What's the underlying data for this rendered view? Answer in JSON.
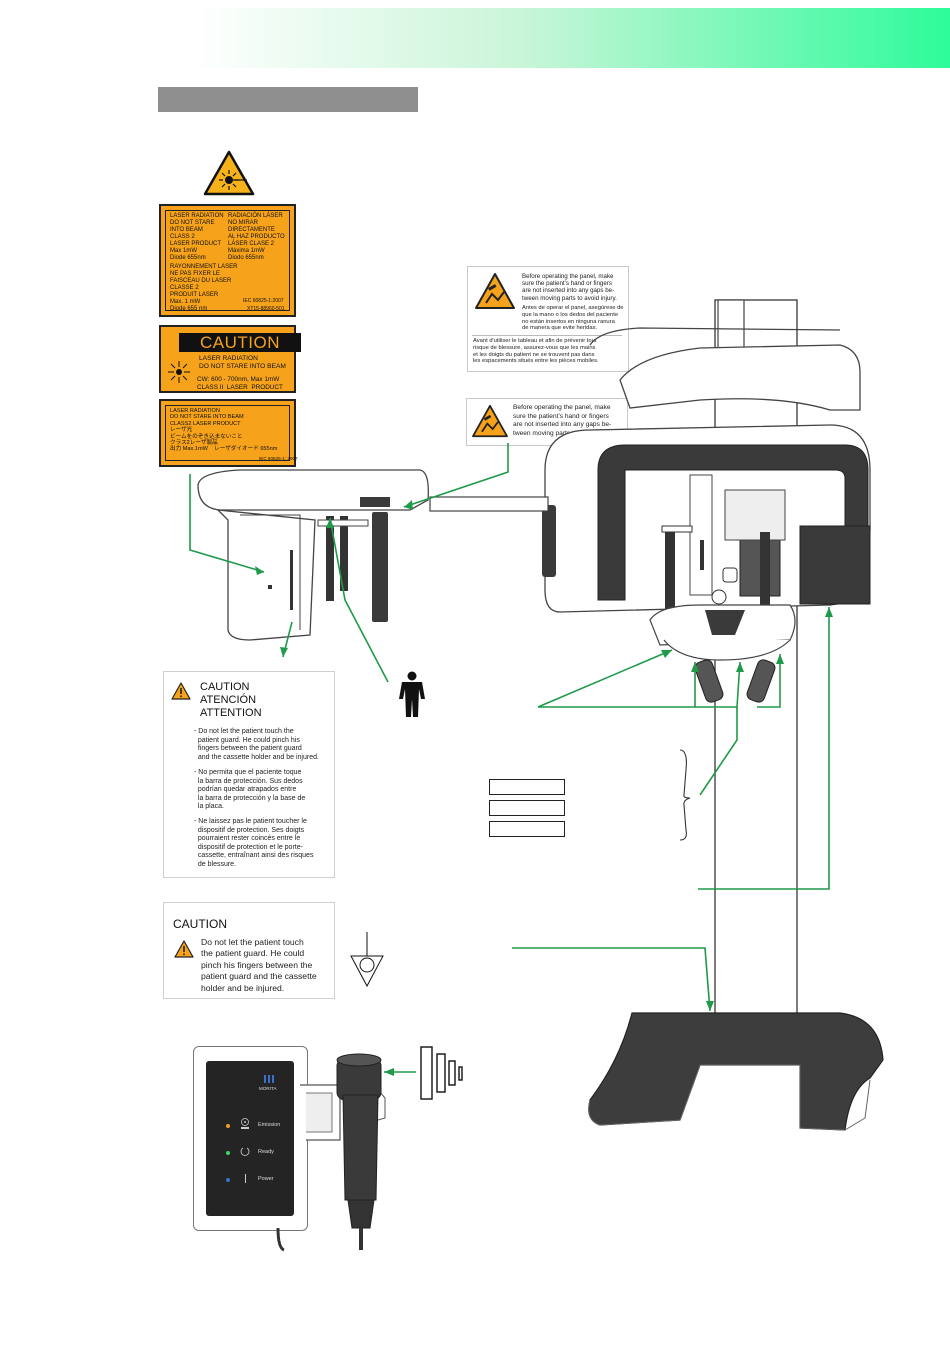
{
  "colors": {
    "label_orange": "#f6a21a",
    "leader_green": "#1e9a4a",
    "section_bar": "#8f8f8f",
    "machine_dark": "#3a3a3a"
  },
  "icons": [
    "laser-hazard-icon",
    "pinch-warning-icon",
    "type-b-applied-part-icon",
    "protective-earth-icon",
    "exposure-button-icon"
  ],
  "laser_label_1": {
    "col_left": "LASER RADIATION\nDO NOT STARE\nINTO BEAM\nCLASS 2\nLASER PRODUCT\nMax 1mW\nDiode 655nm",
    "col_right": "RADIACIÓN LÁSER\nNO MIRAR\nDIRECTAMENTE\nAL HAZ PRODUCTO\nLÁSER CLASE 2\nMáxima 1mW\nDiodo 655nm",
    "french": "RAYONNEMENT LASER\nNE PAS FIXER LE\nFAISCEAU DU LASER\nCLASSE 2\nPRODUIT LASER\nMax. 1 mW\nDiode 655 nm",
    "standard": "IEC 60825-1:2007",
    "part_no": "XT15-88960-501"
  },
  "laser_label_2": {
    "heading": "CAUTION",
    "line1": "LASER RADIATION",
    "line2": "DO NOT STARE INTO BEAM",
    "line3": "CW: 600 - 700nm, Max 1mW",
    "line4": "CLASS II  LASER  PRODUCT"
  },
  "laser_label_3": {
    "text": "LASER RADIATION\nDO NOT STARE INTO BEAM\nCLASS2 LASER PRODUCT\nレーザ光\nビームをのぞき込まないこと\nクラス2レーザ製品\n出力 Max.1mW    レーザダイオード 655nm",
    "standard": "IEC 60825-1: 2007"
  },
  "panel_warning_1": {
    "en": "Before operating the panel, make\nsure the patient's hand or fingers\nare not inserted into any gaps be-\ntween moving parts to avoid injury.",
    "es": "Antes de operar el panel, asegúrese de\nque la mano o los dedos del paciente\nno están insertos en ninguna ranura\nde manera que evite heridas.",
    "fr": "Avant d'utiliser le tableau et afin de prévenir tout\nrisque de blessure, assurez-vous que les mains\net les doigts du patient ne se trouvent pas dans\nles espacements situés entre les pièces mobiles."
  },
  "panel_warning_2": {
    "en": "Before operating the panel, make\nsure the patient's hand or fingers\nare not inserted into any gaps be-\ntween moving parts to avoid injury."
  },
  "caution_multi": {
    "title1": "CAUTION",
    "title2": "ATENCIÓN",
    "title3": "ATTENTION",
    "en": "- Do not let the patient touch the\n  patient guard. He could pinch his\n  fingers between the patient guard\n  and the cassette holder and be injured.",
    "es": "- No permita que el paciente toque\n  la barra de protección. Sus dedos\n  podrían quedar atrapados entre\n  la barra de protección y la base de\n  la placa.",
    "fr": "- Ne laissez pas le patient toucher le\n  dispositif de protection. Ses doigts\n  pourraient rester coincés entre le\n  dispositif de protection et le porte-\n  cassette, entraînant ainsi des risques\n  de blessure."
  },
  "caution_single": {
    "title": "CAUTION",
    "body": "Do not let the patient touch\nthe patient guard. He could\npinch his fingers between the\npatient guard and the cassette\nholder and be injured."
  },
  "control_panel": {
    "brand": "MORITA",
    "emission": "Emission",
    "ready": "Ready",
    "power": "Power"
  }
}
